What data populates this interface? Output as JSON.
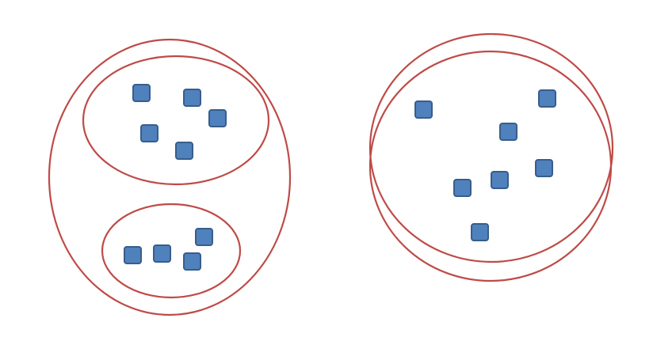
{
  "colors": {
    "background": "#ffffff",
    "ellipse_stroke": "#be4b48",
    "item_fill": "#4f81bd",
    "item_stroke": "#385d8a"
  },
  "groups": [
    {
      "name": "left-group",
      "subgroups": [
        {
          "name": "upper-cluster",
          "item_count": 5
        },
        {
          "name": "lower-cluster",
          "item_count": 4
        }
      ]
    },
    {
      "name": "right-group",
      "subgroups": [
        {
          "name": "overlapping-cluster",
          "item_count": 7
        }
      ]
    }
  ]
}
